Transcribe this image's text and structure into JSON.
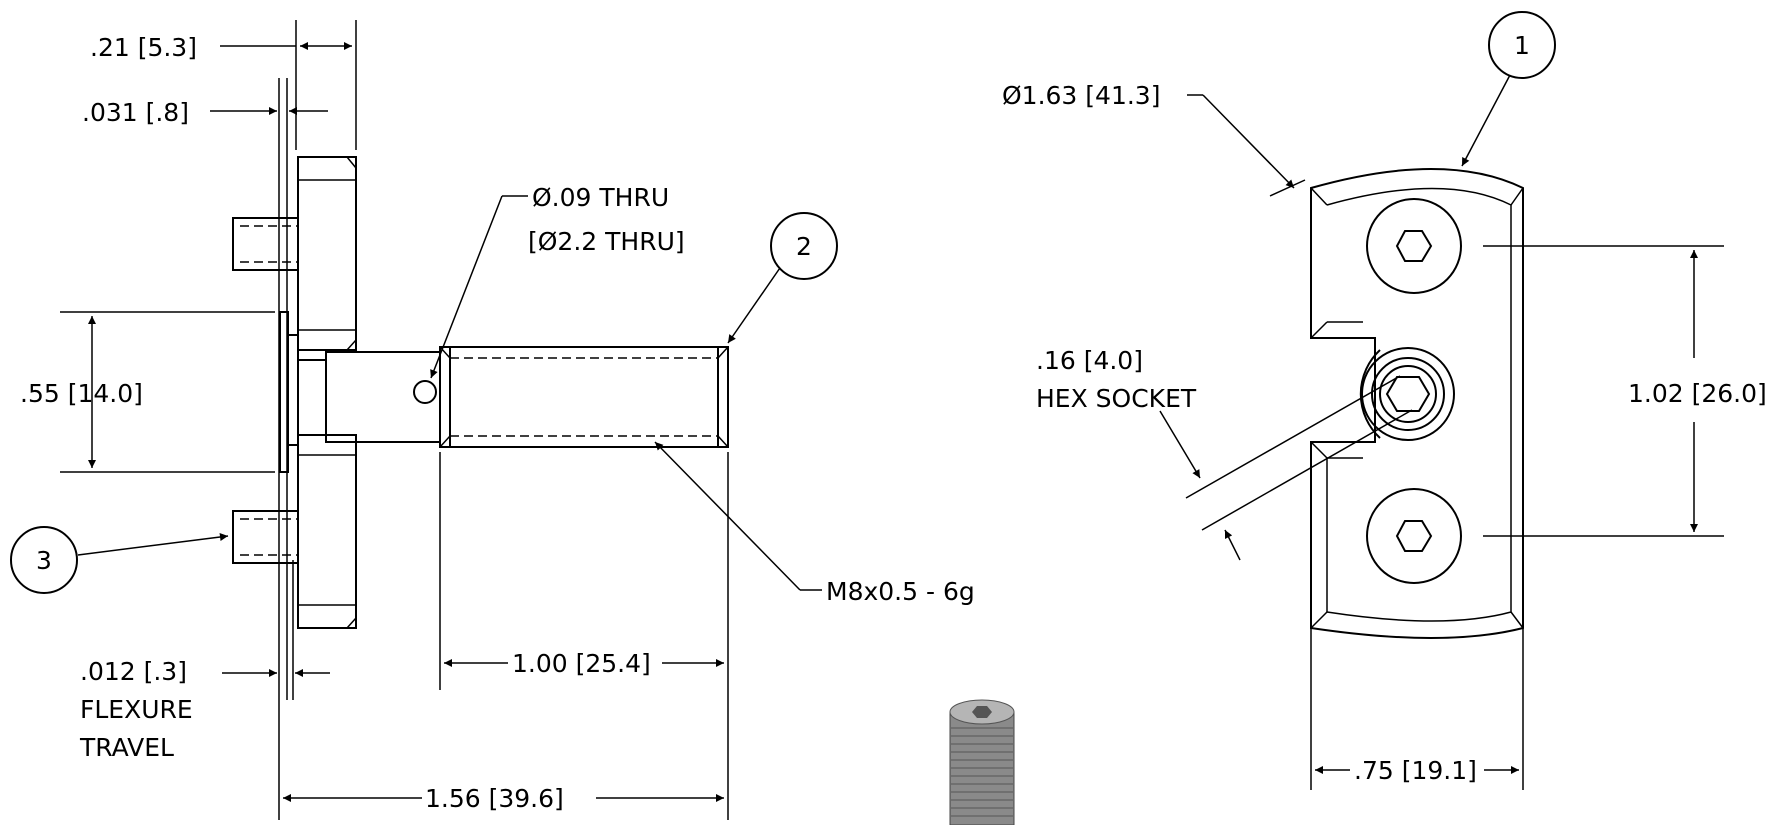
{
  "left_view": {
    "dim_head_thickness": ".21 [5.3]",
    "dim_plate_offset": ".031 [.8]",
    "dim_flexure_width": ".55 [14.0]",
    "dim_flexure_travel_value": ".012 [.3]",
    "dim_flexure_travel_line1": "FLEXURE",
    "dim_flexure_travel_line2": "TRAVEL",
    "dim_thread_length": "1.00 [25.4]",
    "dim_overall_length": "1.56 [39.6]",
    "hole_callout_line1": "Ø.09 THRU",
    "hole_callout_line2": "[Ø2.2 THRU]",
    "thread_callout": "M8x0.5 - 6g",
    "balloon_2": "2",
    "balloon_3": "3"
  },
  "right_view": {
    "dim_radius": "Ø1.63 [41.3]",
    "hex_socket_line1": ".16 [4.0]",
    "hex_socket_line2": "HEX SOCKET",
    "dim_hole_spacing": "1.02 [26.0]",
    "dim_width": ".75 [19.1]",
    "balloon_1": "1"
  }
}
